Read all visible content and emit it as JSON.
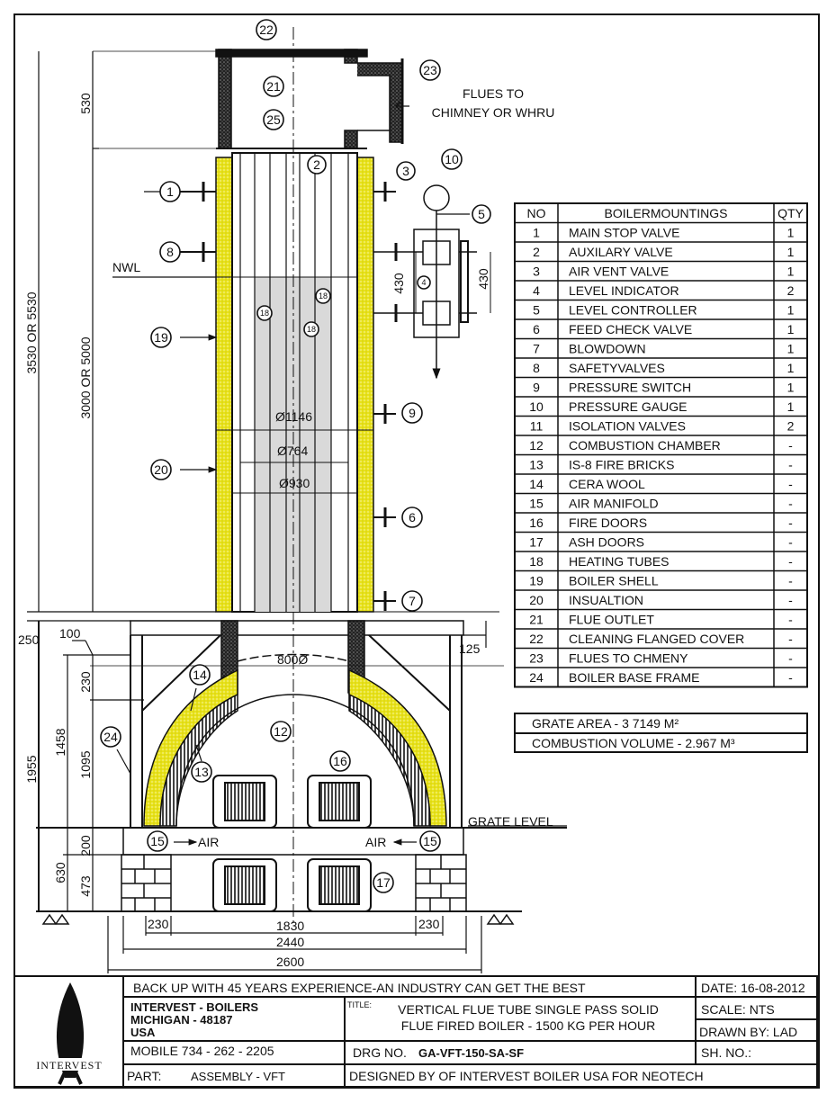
{
  "drawing": {
    "flues_to": "FLUES TO",
    "chimney": "CHIMNEY OR WHRU",
    "nwl": "NWL",
    "grate_level": "GRATE LEVEL",
    "air_left": "AIR",
    "air_right": "AIR",
    "callouts": [
      "22",
      "21",
      "25",
      "23",
      "2",
      "3",
      "10",
      "5",
      "1",
      "8",
      "4",
      "18",
      "18",
      "18",
      "19",
      "9",
      "20",
      "6",
      "7",
      "14",
      "24",
      "12",
      "16",
      "13",
      "15",
      "15",
      "17"
    ],
    "dimensions": {
      "overall_height": "3530 OR 5530",
      "flue_height": "530",
      "shell_height": "3000 OR 5000",
      "base_top": "250",
      "base_total": "1955",
      "chamber_total": "1458",
      "grate_base": "630",
      "dim_230_top": "230",
      "chamber_height": "1095",
      "air_height": "200",
      "ash_height": "473",
      "dim_100": "100",
      "dim_125": "125",
      "lc_spacing_left": "430",
      "lc_spacing_right": "430",
      "dia_outer": "Ø1146",
      "dia_tube": "Ø764",
      "dia_shell": "Ø930",
      "arch_dia": "800Ø",
      "bottom_230_left": "230",
      "bottom_1830": "1830",
      "bottom_230_right": "230",
      "bottom_2440": "2440",
      "bottom_2600": "2600"
    }
  },
  "mountings_table": {
    "headers": [
      "NO",
      "BOILERMOUNTINGS",
      "QTY"
    ],
    "rows": [
      [
        "1",
        "MAIN STOP VALVE",
        "1"
      ],
      [
        "2",
        "AUXILARY VALVE",
        "1"
      ],
      [
        "3",
        "AIR VENT VALVE",
        "1"
      ],
      [
        "4",
        "LEVEL INDICATOR",
        "2"
      ],
      [
        "5",
        "LEVEL CONTROLLER",
        "1"
      ],
      [
        "6",
        " FEED CHECK VALVE",
        "1"
      ],
      [
        "7",
        "BLOWDOWN",
        "1"
      ],
      [
        "8",
        "SAFETYVALVES",
        "1"
      ],
      [
        "9",
        "PRESSURE SWITCH",
        "1"
      ],
      [
        "10",
        "PRESSURE GAUGE",
        "1"
      ],
      [
        "11",
        "ISOLATION VALVES",
        "2"
      ],
      [
        "12",
        "COMBUSTION CHAMBER",
        "-"
      ],
      [
        "13",
        "IS-8 FIRE BRICKS",
        "-"
      ],
      [
        "14",
        "CERA WOOL",
        "-"
      ],
      [
        "15",
        "AIR MANIFOLD",
        "-"
      ],
      [
        "16",
        "FIRE DOORS",
        "-"
      ],
      [
        "17",
        "ASH DOORS",
        "-"
      ],
      [
        "18",
        "HEATING TUBES",
        "-"
      ],
      [
        "19",
        "BOILER SHELL",
        "-"
      ],
      [
        "20",
        "INSUALTION",
        "-"
      ],
      [
        "21",
        "FLUE OUTLET",
        "-"
      ],
      [
        "22",
        "CLEANING FLANGED COVER",
        "-"
      ],
      [
        "23",
        "FLUES TO CHMENY",
        "-"
      ],
      [
        "24",
        "BOILER BASE FRAME",
        "-"
      ]
    ]
  },
  "info": {
    "grate_area": "GRATE AREA - 3 7149 M²",
    "combustion_volume": "COMBUSTION VOLUME - 2.967 M³"
  },
  "title_block": {
    "logo_text": "INTERVEST",
    "tagline": "BACK UP WITH 45 YEARS EXPERIENCE-AN INDUSTRY CAN GET THE BEST",
    "date": "DATE: 16-08-2012",
    "company_line1": "INTERVEST - BOILERS",
    "company_line2": "MICHIGAN - 48187",
    "company_line3": "USA",
    "title_label": "TITLE:",
    "title_line1": "VERTICAL FLUE TUBE SINGLE PASS SOLID",
    "title_line2": "FLUE FIRED BOILER - 1500 KG PER HOUR",
    "scale": "SCALE:  NTS",
    "drawn_by": "DRAWN BY:   LAD",
    "mobile": "MOBILE  734 - 262 - 2205",
    "drg_label": "DRG NO.",
    "drg_no": "GA-VFT-150-SA-SF",
    "sheet_no": "SH. NO.:",
    "part_label": "PART:",
    "part_value": "ASSEMBLY - VFT",
    "designed_by": "DESIGNED BY OF INTERVEST BOILER USA FOR NEOTECH"
  },
  "colors": {
    "insulation": "#e8e21a",
    "water": "#d9d9d9",
    "line": "#111111"
  }
}
